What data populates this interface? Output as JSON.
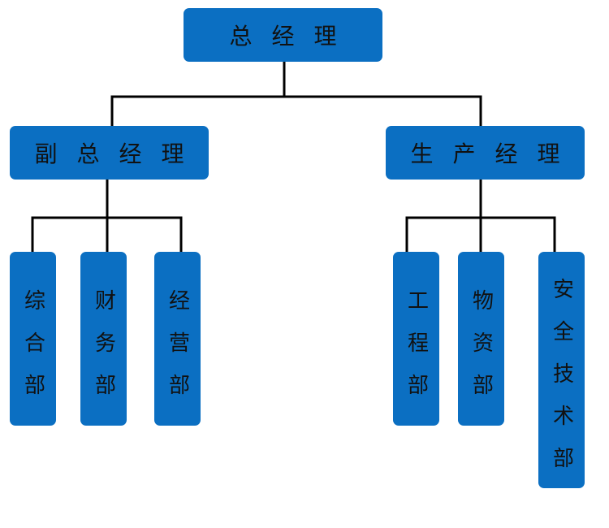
{
  "org": {
    "general_manager": "总经理",
    "deputy_gm": "副总经理",
    "production_gm": "生产经理",
    "departments": {
      "general_affairs": "综合部",
      "finance": "财务部",
      "business": "经营部",
      "engineering": "工程部",
      "materials": "物资部",
      "safety_tech": "安全技术部"
    }
  },
  "colors": {
    "node_fill": "#0b6fc2",
    "connector": "#000000",
    "text": "#111111"
  }
}
